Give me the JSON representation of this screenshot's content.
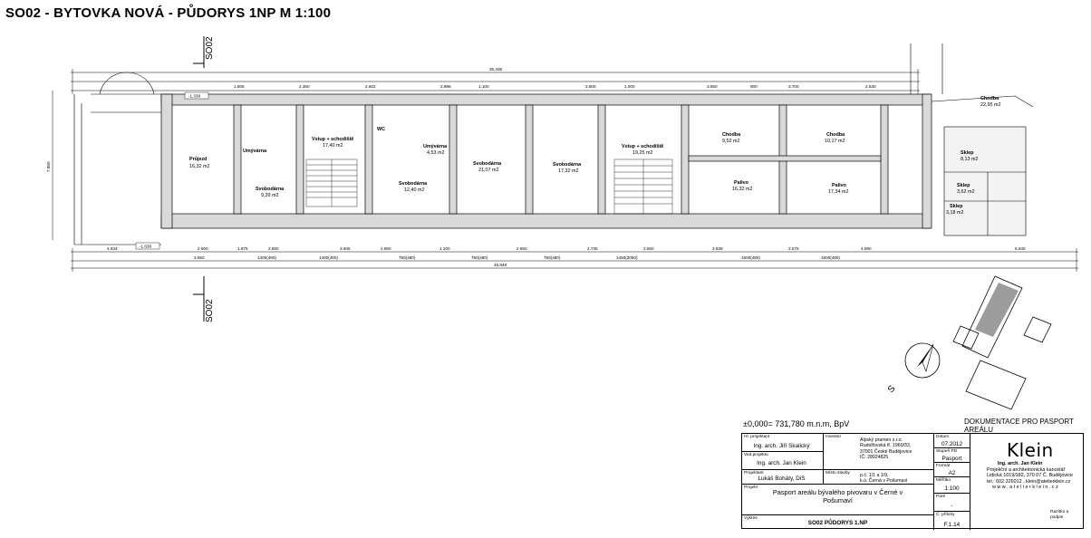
{
  "sheet": {
    "title": "SO02 - BYTOVKA NOVÁ - PŮDORYS 1NP M 1:100"
  },
  "section_mark": {
    "label": "SO02"
  },
  "orientation": {
    "label": "S"
  },
  "levels": {
    "left": "-1.338",
    "right": "-1.638"
  },
  "rooms": [
    {
      "name": "Průjezd",
      "area": "16,32 m2"
    },
    {
      "name": "Umývárna",
      "area": ""
    },
    {
      "name": "Svobodárna",
      "area": "9,39 m2"
    },
    {
      "name": "Vstup + schodiště",
      "area": "17,40 m2"
    },
    {
      "name": "WC",
      "area": ""
    },
    {
      "name": "Umývárna",
      "area": "4,53 m2"
    },
    {
      "name": "Svobodárna",
      "area": "12,40 m2"
    },
    {
      "name": "Svobodárna",
      "area": "21,07 m2"
    },
    {
      "name": "Svobodárna",
      "area": "17,32 m2"
    },
    {
      "name": "Vstup + schodiště",
      "area": "19,25 m2"
    },
    {
      "name": "Chodba",
      "area": "9,52 m2"
    },
    {
      "name": "Palivo",
      "area": "16,32 m2"
    },
    {
      "name": "Chodba",
      "area": "10,17 m2"
    },
    {
      "name": "Palivo",
      "area": "17,34 m2"
    },
    {
      "name": "Chodba",
      "area": "22,95 m2"
    },
    {
      "name": "Sklep",
      "area": "8,13 m2"
    },
    {
      "name": "Sklep",
      "area": "3,62 m2"
    },
    {
      "name": "Sklep",
      "area": "3,18 m2"
    }
  ],
  "dimensions": {
    "top_total": "35.335",
    "top_chain": [
      "1.505",
      "2.350",
      "2.602",
      "2.998",
      "1.100",
      "2.500",
      "1.000",
      "3.650",
      "900",
      "3.700",
      "2.530"
    ],
    "bottom_chain": [
      "4.634",
      "2.500",
      "1.875",
      "2.850",
      "3.405",
      "2.850",
      "1.100",
      "2.650",
      "2.735",
      "3.550",
      "3.938",
      "3.575",
      "4.590",
      "6.645"
    ],
    "bottom_sub": [
      "3.550",
      "1400(480)",
      "1400(480)",
      "750(480)",
      "750(480)",
      "750(480)",
      "1450(2050)",
      "1600(480)",
      "1600(480)"
    ],
    "bottom_total": "45.849",
    "left_height": "7.850"
  },
  "title_block": {
    "elevation": "±0,000= 731,780 m.n.m,  BpV",
    "doc_note": [
      "DOKUMENTACE   PRO PASPORT",
      "AREÁLU"
    ],
    "rows": [
      {
        "label": "Hl. projektant",
        "value": "Ing. arch. Jiří Skalický"
      },
      {
        "label": "Ved.projektu",
        "value": "Ing. arch. Jan Klein"
      },
      {
        "label": "Projektant",
        "value": "Lukáš Boháty, DiS"
      },
      {
        "label": "Projekt",
        "value": "Pasport areálu bývalého pivovaru v Černé v Pošumaví"
      },
      {
        "label": "Výkres",
        "value": "SO02 PŮDORYS 1.NP"
      }
    ],
    "investor_label": "Investor",
    "investor": [
      "Alpský pramen s.r.o.",
      "Rudolfovská tř. 1960/33,",
      "37001 České Budějovice",
      "IČ: 28924825"
    ],
    "site_label": "Místo stavby",
    "site": [
      "p.č. 1/1 a 1/9,",
      "k.ú. Černá v Pošumaví"
    ],
    "date_label": "Datum",
    "date": "07.2012",
    "stage_label": "Stupeň PD",
    "stage": "Pasport",
    "format_label": "Formát",
    "format": "A2",
    "scale_label": "Měřítko",
    "scale": "1:100",
    "part_label": "Paré",
    "part": "-",
    "num_label": "Č. přílohy",
    "num": "F.1.14",
    "stamp_label": "Razítko a podpis",
    "firm": {
      "logo": "Klein",
      "lines": [
        "Ing. arch. Jan Klein",
        "Projekční  a  architektonická  kancelář",
        "Lidická 1019/182, 370 07  Č. Budějovice",
        "tel.: 602 326012 , klein@atelierklein.cz",
        "w w w . a t e l i e r k l e i n . c z"
      ]
    }
  }
}
